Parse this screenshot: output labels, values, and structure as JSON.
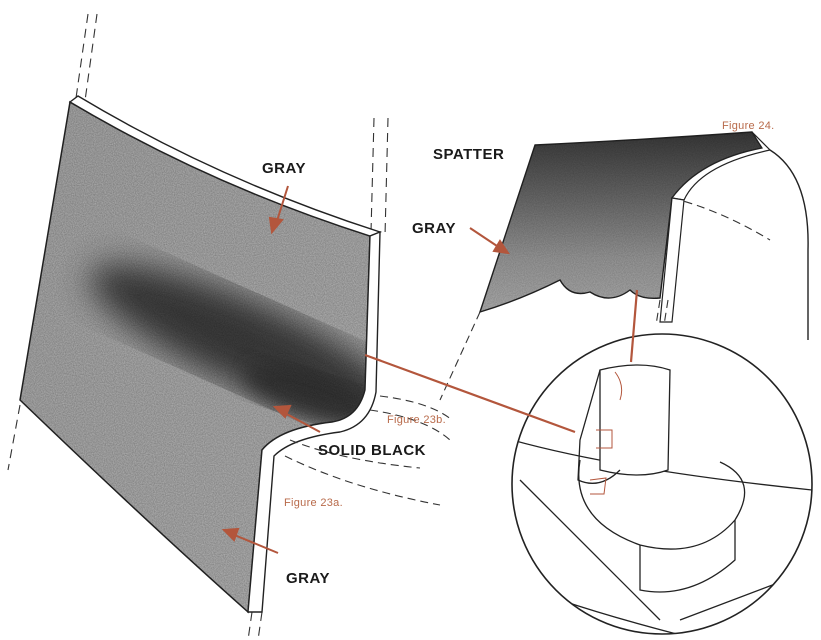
{
  "labels": {
    "gray_top": "GRAY",
    "gray_right": "GRAY",
    "gray_bottom": "GRAY",
    "spatter": "SPATTER",
    "solid_black": "SOLID BLACK",
    "fig_24": "Figure 24.",
    "fig_23b": "Figure 23b.",
    "fig_23a": "Figure 23a."
  },
  "colors": {
    "leader_arrow": "#b3563c",
    "figure_caption": "#b86a4a",
    "label_text": "#1a1a1a",
    "gray_tone": "#b4b4b4",
    "solid_black_tone": "#3a3a3a"
  }
}
